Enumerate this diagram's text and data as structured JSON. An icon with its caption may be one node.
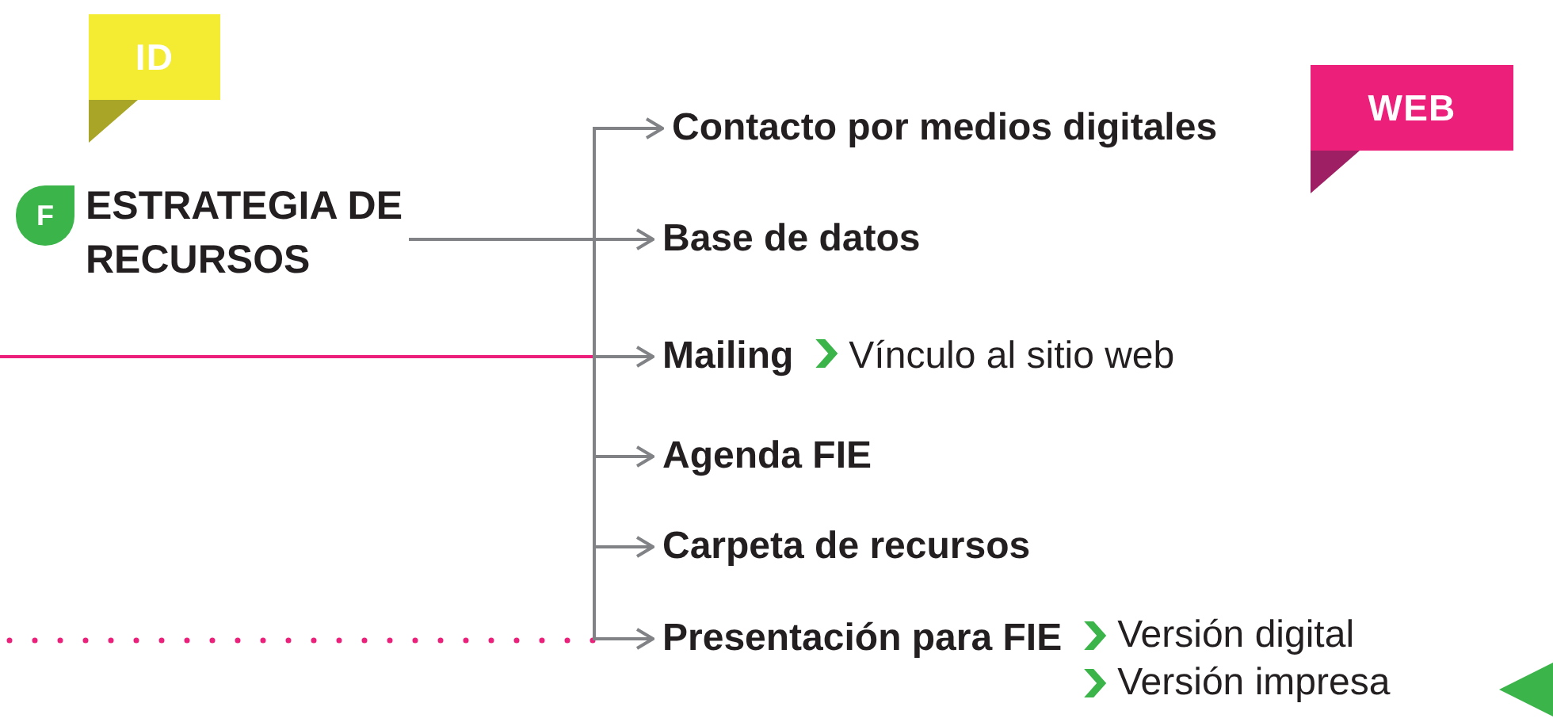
{
  "diagram": {
    "nodes": [
      {
        "text": [
          "ID"
        ]
      },
      {
        "text": [
          "F"
        ]
      },
      {
        "text": [
          "ESTRATEGIA DE RECURSOS"
        ]
      },
      {
        "text": [
          "Contacto por medios digitales"
        ]
      },
      {
        "text": [
          "WEB"
        ]
      },
      {
        "text": [
          "Base de datos"
        ]
      },
      {
        "text": [
          "Mailing"
        ]
      },
      {
        "text": [
          "Vínculo al sitio web"
        ]
      },
      {
        "text": [
          "Agenda FIE"
        ]
      },
      {
        "text": [
          "Carpeta de recursos"
        ]
      },
      {
        "text": [
          "Presentación para FIE"
        ]
      },
      {
        "text": [
          "Versión digital"
        ]
      },
      {
        "text": [
          "Versión impresa"
        ]
      }
    ],
    "edges": [
      {
        "from": null,
        "to": 6,
        "arrow": "none",
        "color": "#ec1f7b"
      },
      {
        "from": null,
        "to": 10,
        "arrow": "none",
        "style": "dashed",
        "color": "#ec1f7b"
      },
      {
        "from": 2,
        "to": 3,
        "arrow": "to"
      },
      {
        "from": 2,
        "to": 5,
        "arrow": "to"
      },
      {
        "from": 2,
        "to": 6,
        "arrow": "to"
      },
      {
        "from": 2,
        "to": 8,
        "arrow": "to"
      },
      {
        "from": 2,
        "to": 9,
        "arrow": "to"
      },
      {
        "from": 2,
        "to": 10,
        "arrow": "to"
      },
      {
        "from": 6,
        "to": 7,
        "arrow": "to",
        "color": "#3bb44a"
      },
      {
        "from": 10,
        "to": 11,
        "arrow": "to",
        "color": "#3bb44a"
      },
      {
        "from": 10,
        "to": 12,
        "arrow": "to",
        "color": "#3bb44a"
      }
    ]
  }
}
